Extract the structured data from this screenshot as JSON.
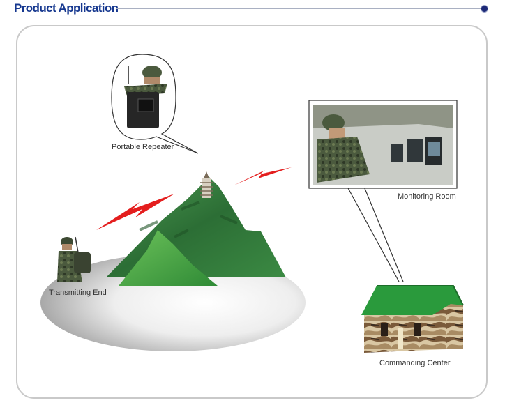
{
  "header": {
    "title": "Product Application"
  },
  "labels": {
    "portable_repeater": "Portable Repeater",
    "monitoring_room": "Monitoring Room",
    "transmitting_end": "Transmitting End",
    "commanding_center": "Commanding Center"
  },
  "colors": {
    "title": "#16388f",
    "signal": "#e41e1e",
    "roof": "#2a9a3c",
    "mountain": "#2f7a3a"
  },
  "icons": [
    "soldier-icon",
    "radio-repeater-icon",
    "pagoda-icon",
    "signal-bolt-icon",
    "house-icon",
    "monitor-icon"
  ]
}
